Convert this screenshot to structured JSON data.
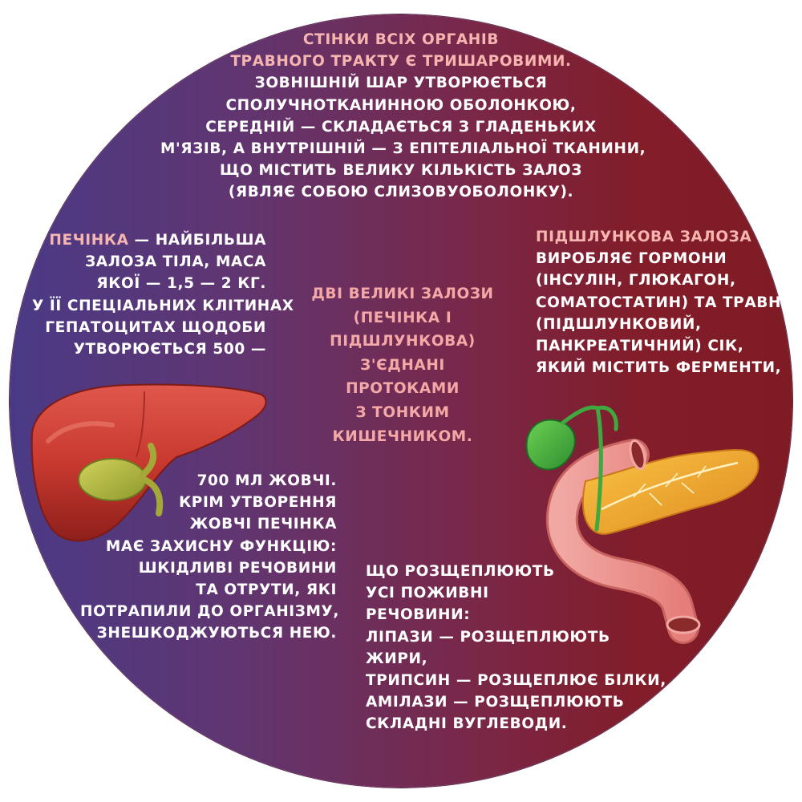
{
  "top": {
    "lines_highlight": [
      "Стінки всіх органів",
      "травного тракту є тришаровими."
    ],
    "lines": [
      "Зовнішній шар утворюється",
      "сполучнотканинною оболонкою,",
      "середній — складається з гладеньких",
      "м'язів, а внутрішній — з епітеліальної тканини,",
      "що містить велику кількість залоз",
      "(являє собою слизовуоболонку)."
    ]
  },
  "liver": {
    "name": "Печінка",
    "lines": [
      "— найбільша",
      "залоза тіла, маса",
      "якої — 1,5 — 2 кг.",
      "У її спеціальних клітинах",
      "гепатоцитах щодоби",
      "утворюється 500 —"
    ],
    "continued": [
      "700 мл жовчі.",
      "Крім утворення",
      "жовчі печінка",
      "має захисну функцію:",
      "шкідливі речовини",
      "та отрути, які",
      "потрапили до організму,",
      "знешкоджуються нею."
    ]
  },
  "center": {
    "lines": [
      "Дві великі залози",
      "(печінка і",
      "підшлункова)",
      "з'єднані",
      "протоками",
      "з тонким",
      "кишечником."
    ]
  },
  "pancreas": {
    "name": "Підшлункова залоза",
    "lines": [
      "виробляє гормони",
      "(інсулін, глюкагон,",
      "соматостатин) та травний",
      "(підшлунковий,",
      "панкреатичний) сік,",
      "який містить ферменти,"
    ],
    "continued": [
      "що розщеплюють",
      "усі поживні",
      "речовини:",
      "ліпази — розщеплюють",
      "жири,",
      "трипсин — розщеплює білки,",
      "амілази — розщеплюють",
      "складні вуглеводи."
    ]
  },
  "colors": {
    "disc_left": "#4a3a86",
    "disc_right": "#821d2a",
    "highlight": "#f7b5b0",
    "text": "#ffffff"
  },
  "illustrations": {
    "liver": "liver-illustration",
    "pancreas": "pancreas-illustration"
  }
}
